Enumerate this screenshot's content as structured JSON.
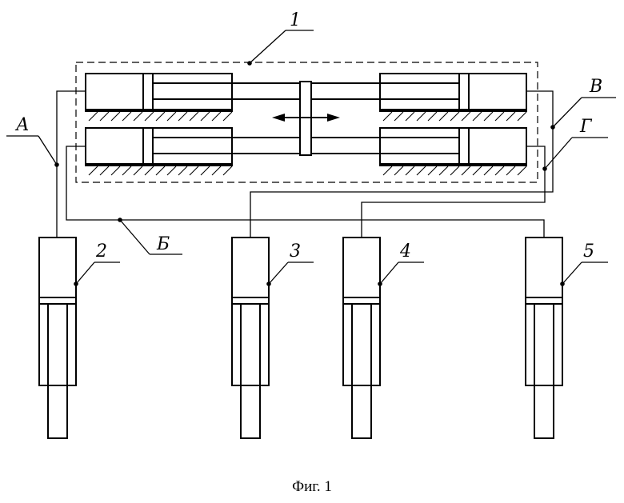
{
  "caption": "Фиг. 1",
  "labels": {
    "unit_1": "1",
    "cyl_2": "2",
    "cyl_3": "3",
    "cyl_4": "4",
    "cyl_5": "5",
    "line_a": "А",
    "line_b": "Б",
    "line_v": "В",
    "line_g": "Г"
  }
}
